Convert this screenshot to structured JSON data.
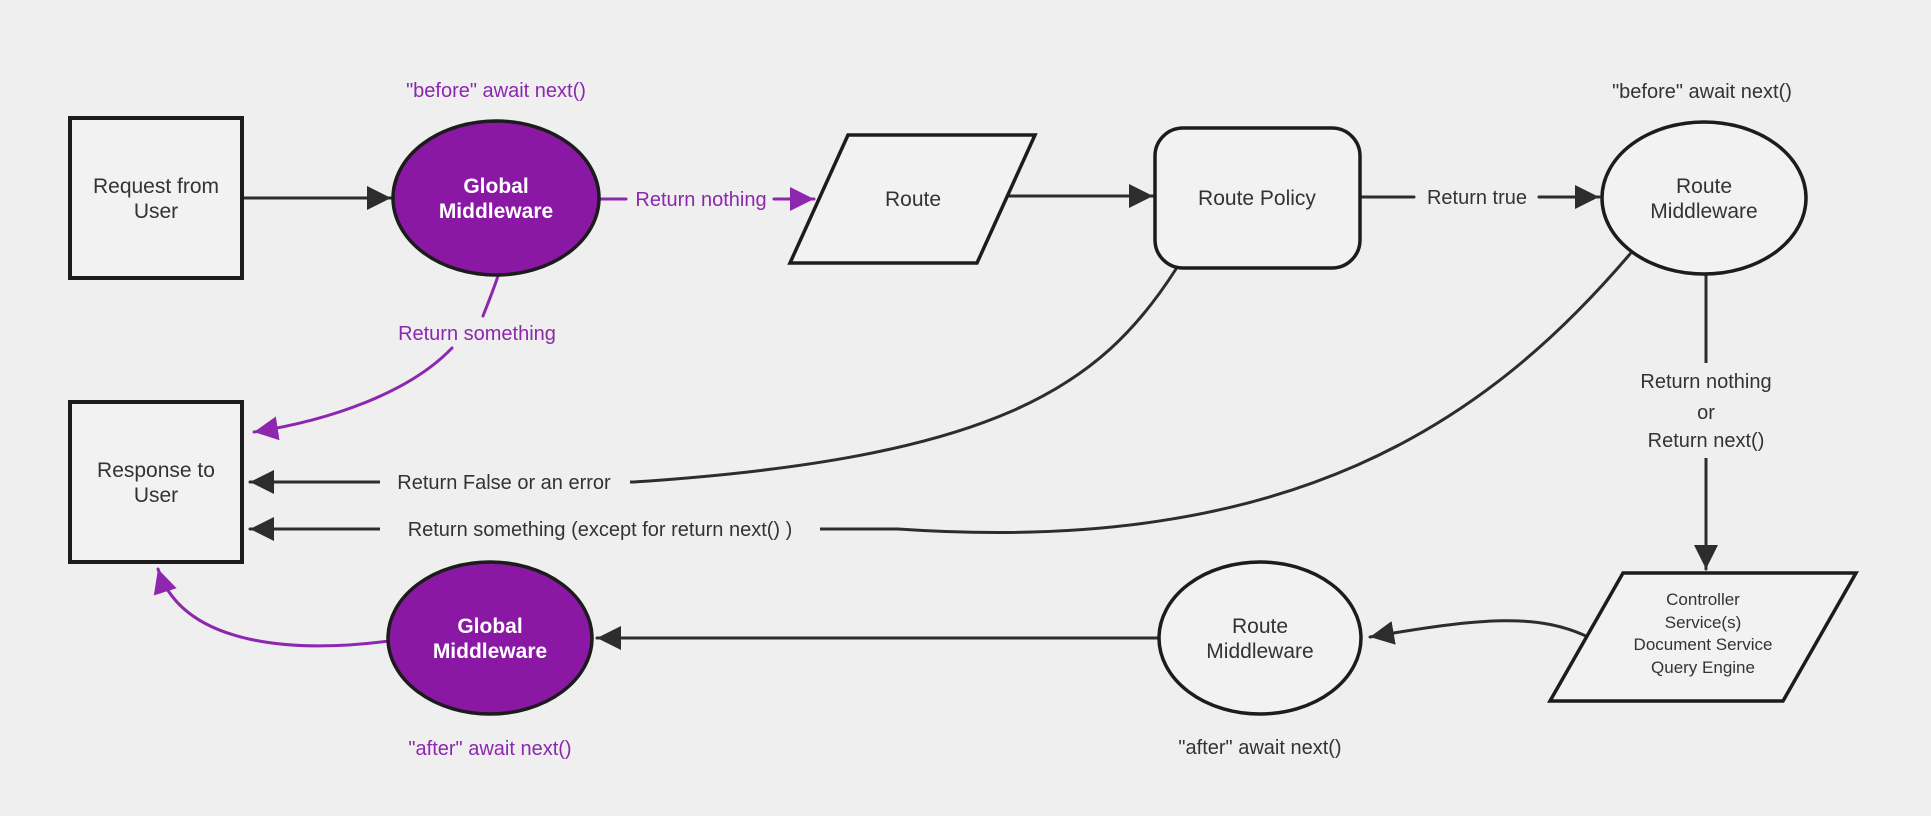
{
  "colors": {
    "background": "#efefef",
    "node_fill": "#f2f2f2",
    "node_stroke": "#1c1c1c",
    "line": "#2d2d2d",
    "text": "#333333",
    "purple": "#8c27ae",
    "purple_fill": "#8a18a5",
    "white_text": "#ffffff"
  },
  "nodes": {
    "request": {
      "type": "rectangle",
      "lines": [
        "Request from",
        "User"
      ]
    },
    "global_top": {
      "type": "ellipse",
      "lines": [
        "Global",
        "Middleware"
      ]
    },
    "route": {
      "type": "parallelogram",
      "label": "Route"
    },
    "route_policy": {
      "type": "rounded-rectangle",
      "label": "Route Policy"
    },
    "route_middleware_top": {
      "type": "ellipse",
      "lines": [
        "Route",
        "Middleware"
      ]
    },
    "controller": {
      "type": "parallelogram",
      "lines": [
        "Controller",
        "Service(s)",
        "Document Service",
        "Query Engine"
      ]
    },
    "route_middleware_bottom": {
      "type": "ellipse",
      "lines": [
        "Route",
        "Middleware"
      ]
    },
    "global_bottom": {
      "type": "ellipse",
      "lines": [
        "Global",
        "Middleware"
      ]
    },
    "response": {
      "type": "rectangle",
      "lines": [
        "Response to",
        "User"
      ]
    }
  },
  "labels": {
    "before_global": "\"before\" await next()",
    "before_route": "\"before\" await next()",
    "return_nothing": "Return nothing",
    "return_something": "Return something",
    "return_true": "Return true",
    "return_chain": [
      "Return nothing",
      "or",
      "Return next()"
    ],
    "return_false": "Return False or an error",
    "return_except": "Return something (except for return next() )",
    "after_route": "\"after\" await next()",
    "after_global": "\"after\" await next()"
  }
}
